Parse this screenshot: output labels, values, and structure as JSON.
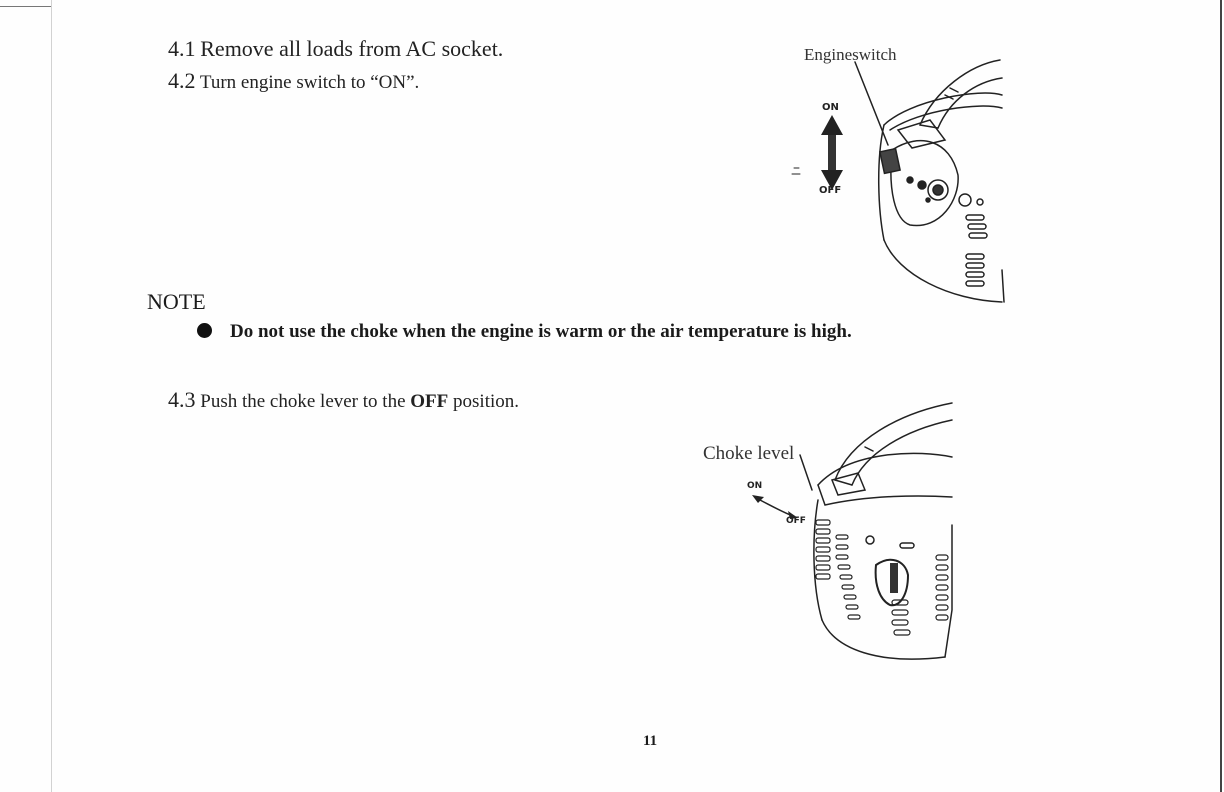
{
  "steps": {
    "step_1_num": "4.1",
    "step_1_text": "Remove all loads from AC socket.",
    "step_2_num": "4.2",
    "step_2_text": "Turn engine switch to “ON”.",
    "step_3_num": "4.3",
    "step_3_before": "Push the choke lever to the",
    "step_3_bold": "OFF",
    "step_3_after": "position."
  },
  "note": {
    "heading": "NOTE",
    "item": "Do not use the choke when the engine is warm or the air temperature is high."
  },
  "figure_engine_switch": {
    "label": "Engineswitch",
    "on": "ON",
    "off": "OFF"
  },
  "figure_choke": {
    "label": "Choke level",
    "on": "ON",
    "off": "OFF"
  },
  "page_number": "11"
}
